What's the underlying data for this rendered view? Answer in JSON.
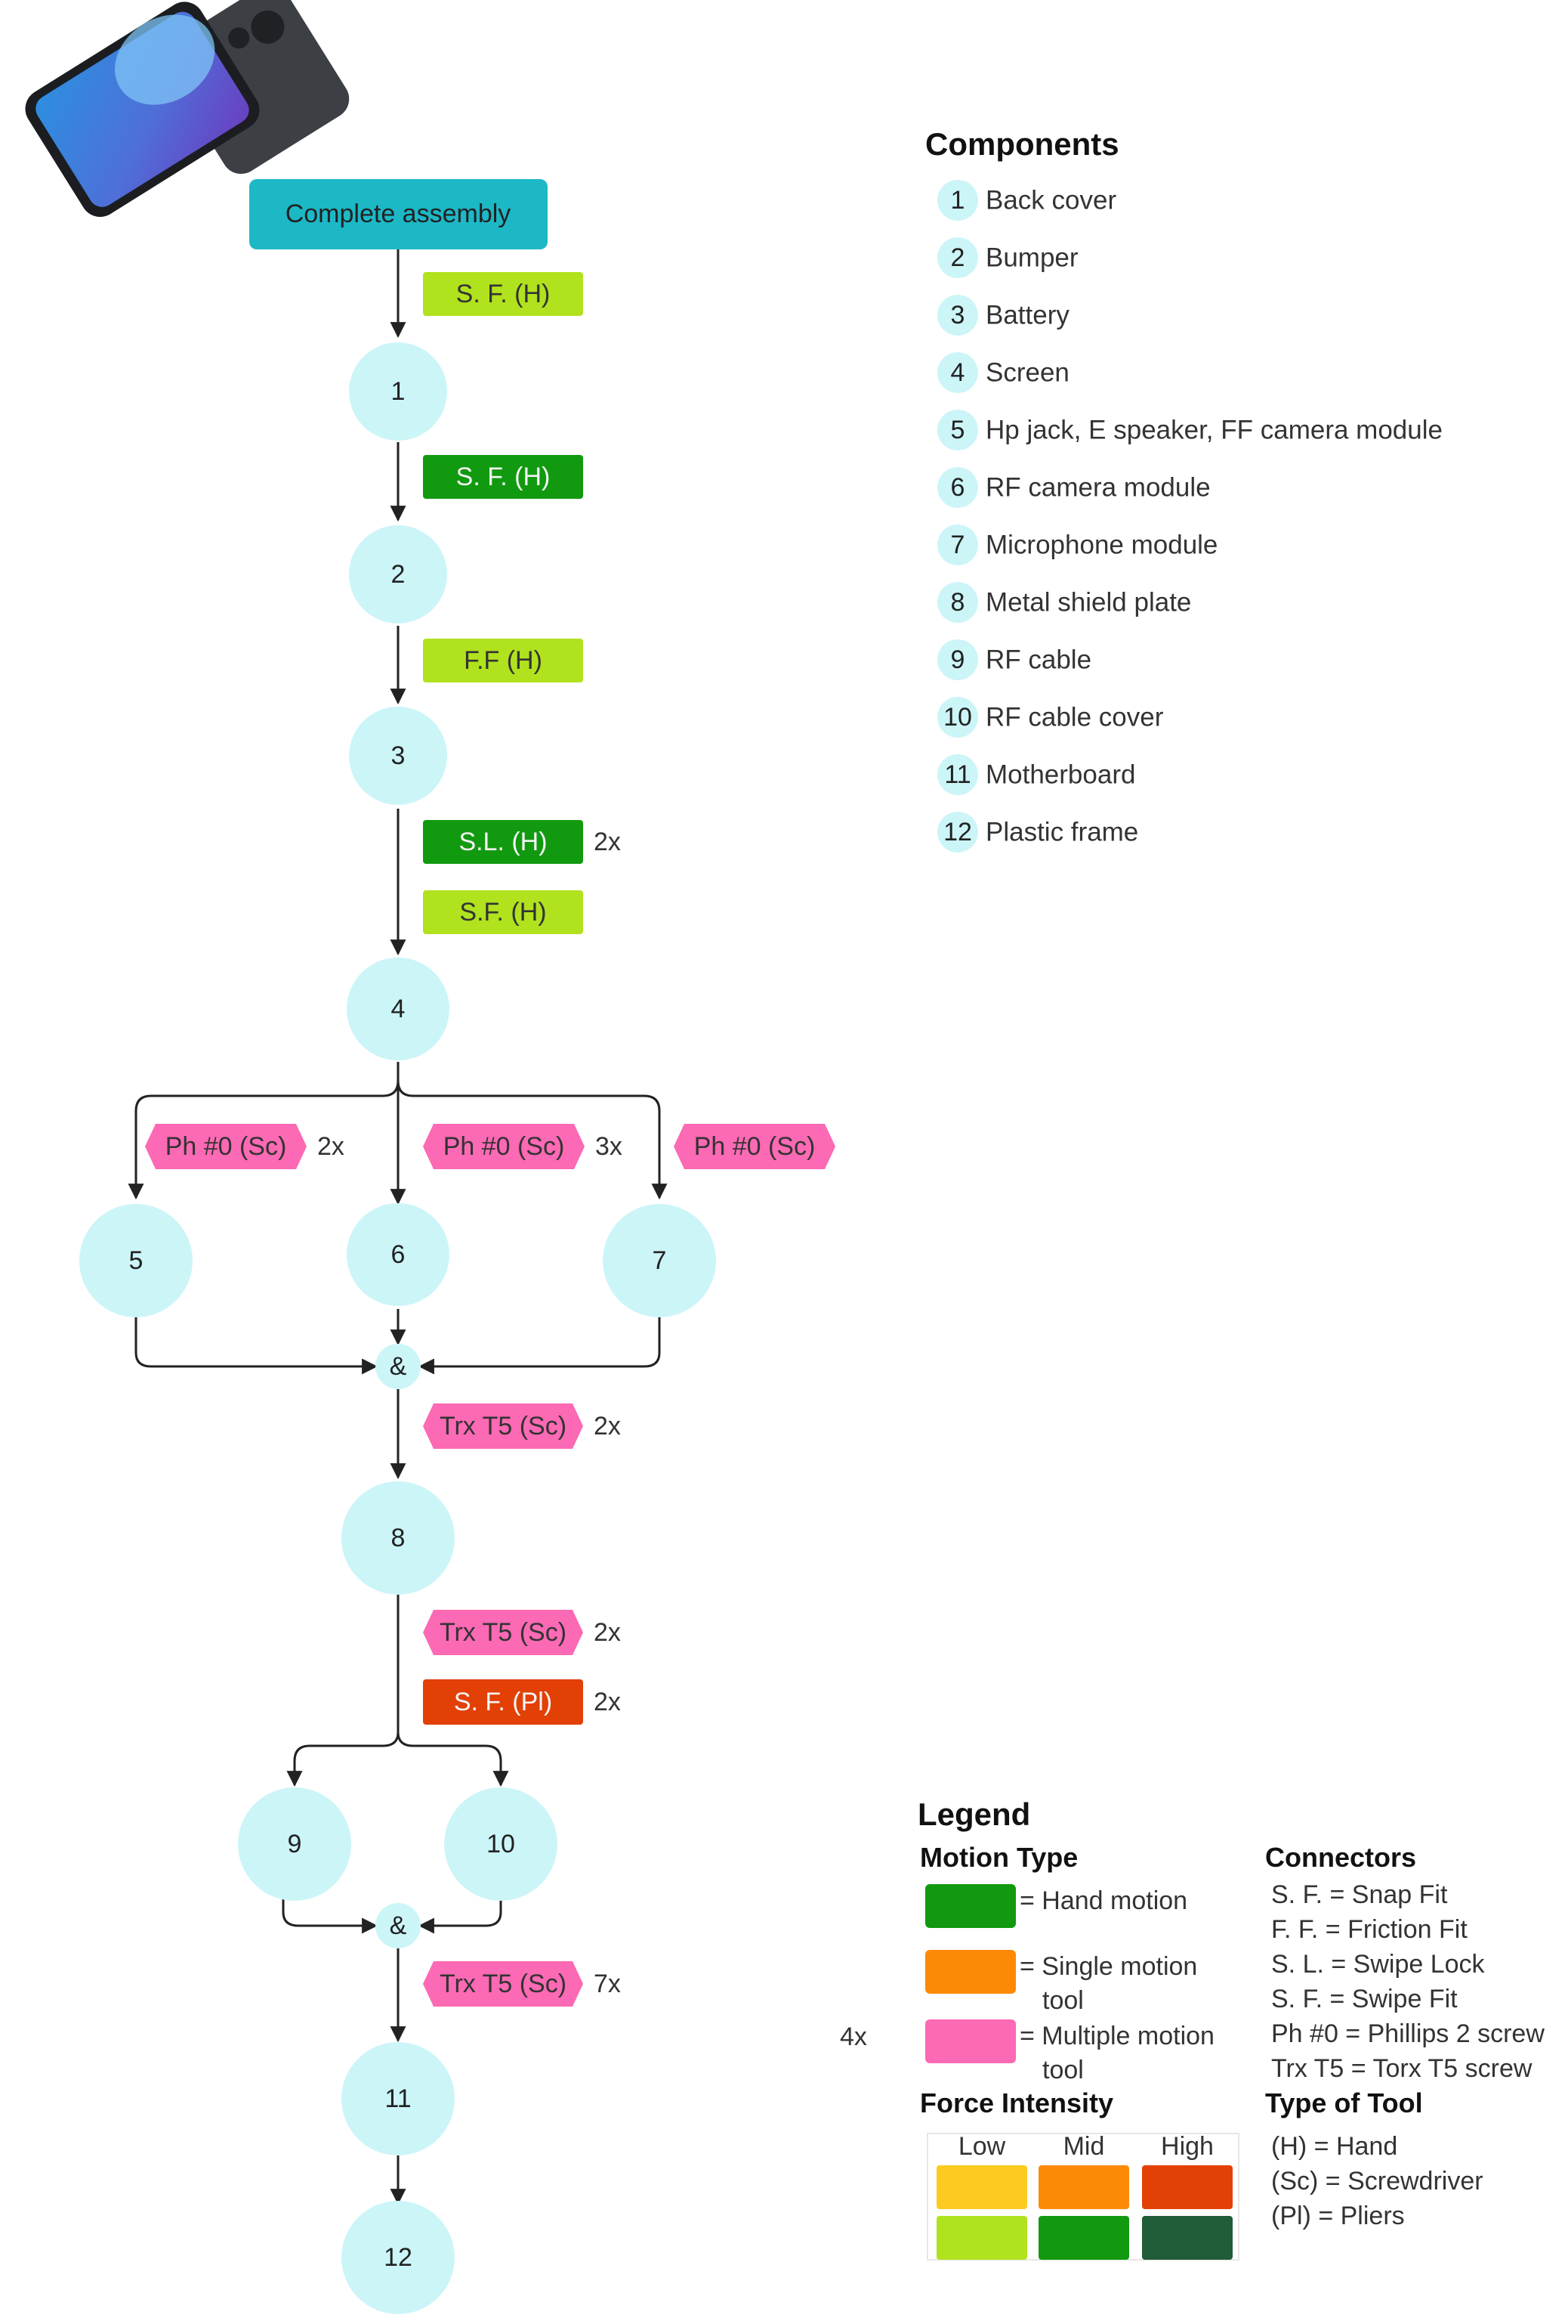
{
  "colors": {
    "node": "#ccf5f8",
    "assembly": "#1cb8c6",
    "hand_low": "#b0e21e",
    "hand_mid": "#119a10",
    "hand_high": "#1f5c37",
    "single_low": "#fccb1f",
    "single_mid": "#fd8a06",
    "single_high": "#e34006",
    "multi": "#fc69b4"
  },
  "phone_icon": "smartphone-image",
  "assembly": {
    "label": "Complete assembly"
  },
  "nodes": [
    {
      "id": "1",
      "label": "1"
    },
    {
      "id": "2",
      "label": "2"
    },
    {
      "id": "3",
      "label": "3"
    },
    {
      "id": "4",
      "label": "4"
    },
    {
      "id": "5",
      "label": "5"
    },
    {
      "id": "6",
      "label": "6"
    },
    {
      "id": "7",
      "label": "7"
    },
    {
      "id": "8",
      "label": "8"
    },
    {
      "id": "9",
      "label": "9"
    },
    {
      "id": "10",
      "label": "10"
    },
    {
      "id": "11",
      "label": "11"
    },
    {
      "id": "12",
      "label": "12"
    }
  ],
  "junctions": [
    {
      "label": "&"
    },
    {
      "label": "&"
    }
  ],
  "connectors": [
    {
      "label": "S. F. (H)",
      "color": "hand_low",
      "mult": ""
    },
    {
      "label": "S. F. (H)",
      "color": "hand_mid",
      "mult": ""
    },
    {
      "label": "F.F (H)",
      "color": "hand_low",
      "mult": ""
    },
    {
      "label": "S.L. (H)",
      "color": "hand_mid",
      "mult": "2x"
    },
    {
      "label": "S.F. (H)",
      "color": "hand_low",
      "mult": ""
    },
    {
      "label": "Ph #0 (Sc)",
      "color": "multi",
      "mult": "2x"
    },
    {
      "label": "Ph #0 (Sc)",
      "color": "multi",
      "mult": "3x"
    },
    {
      "label": "Ph #0 (Sc)",
      "color": "multi",
      "mult": ""
    },
    {
      "label": "Trx T5 (Sc)",
      "color": "multi",
      "mult": "2x"
    },
    {
      "label": "Trx T5 (Sc)",
      "color": "multi",
      "mult": "2x"
    },
    {
      "label": "S. F. (Pl)",
      "color": "single_high",
      "mult": "2x"
    },
    {
      "label": "Trx T5 (Sc)",
      "color": "multi",
      "mult": "7x"
    }
  ],
  "stray_label": "4x",
  "components": {
    "title": "Components",
    "items": [
      {
        "num": "1",
        "name": "Back cover"
      },
      {
        "num": "2",
        "name": "Bumper"
      },
      {
        "num": "3",
        "name": "Battery"
      },
      {
        "num": "4",
        "name": "Screen"
      },
      {
        "num": "5",
        "name": "Hp jack, E speaker, FF camera module"
      },
      {
        "num": "6",
        "name": "RF camera module"
      },
      {
        "num": "7",
        "name": "Microphone module"
      },
      {
        "num": "8",
        "name": "Metal shield plate"
      },
      {
        "num": "9",
        "name": "RF cable"
      },
      {
        "num": "10",
        "name": "RF cable cover"
      },
      {
        "num": "11",
        "name": "Motherboard"
      },
      {
        "num": "12",
        "name": "Plastic frame"
      }
    ]
  },
  "legend": {
    "title": "Legend",
    "motion_type": {
      "title": "Motion Type",
      "items": [
        {
          "color": "hand_mid",
          "lines": [
            "= Hand motion"
          ]
        },
        {
          "color": "single_mid",
          "lines": [
            "= Single motion",
            "tool"
          ]
        },
        {
          "color": "multi",
          "lines": [
            "= Multiple motion",
            "tool"
          ]
        }
      ]
    },
    "connectors": {
      "title": "Connectors",
      "items": [
        "S. F. = Snap Fit",
        "F. F. = Friction Fit",
        "S. L. = Swipe Lock",
        "S. F. = Swipe Fit",
        "Ph #0 = Phillips 2 screw",
        "Trx T5 = Torx T5 screw"
      ]
    },
    "force_intensity": {
      "title": "Force Intensity",
      "levels": [
        "Low",
        "Mid",
        "High"
      ],
      "rows": [
        [
          "single_low",
          "single_mid",
          "single_high"
        ],
        [
          "hand_low",
          "hand_mid",
          "hand_high"
        ]
      ]
    },
    "tool_type": {
      "title": "Type of Tool",
      "items": [
        "(H) = Hand",
        "(Sc) = Screwdriver",
        "(Pl) = Pliers"
      ]
    }
  }
}
